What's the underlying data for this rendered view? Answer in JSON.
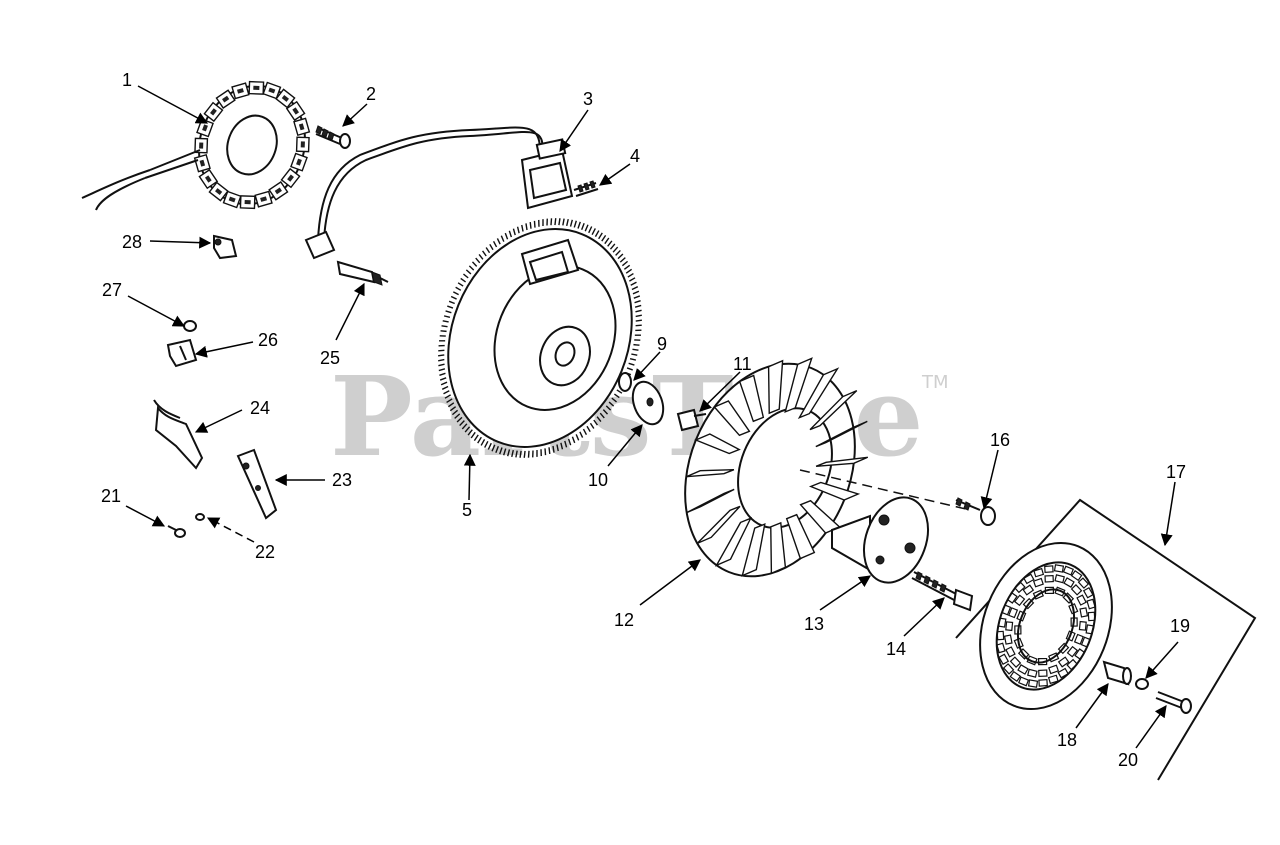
{
  "watermark": {
    "text": "PartsTree",
    "trademark": "TM"
  },
  "callouts": [
    "1",
    "2",
    "3",
    "4",
    "5",
    "9",
    "10",
    "11",
    "12",
    "13",
    "14",
    "16",
    "17",
    "18",
    "19",
    "20",
    "21",
    "22",
    "23",
    "24",
    "25",
    "26",
    "27",
    "28"
  ],
  "icons": [
    "stator-icon",
    "bolt-icon",
    "ignition-coil-icon",
    "flywheel-icon",
    "fan-icon",
    "starter-cup-icon",
    "screen-icon",
    "spark-plug-icon",
    "bracket-icon"
  ]
}
